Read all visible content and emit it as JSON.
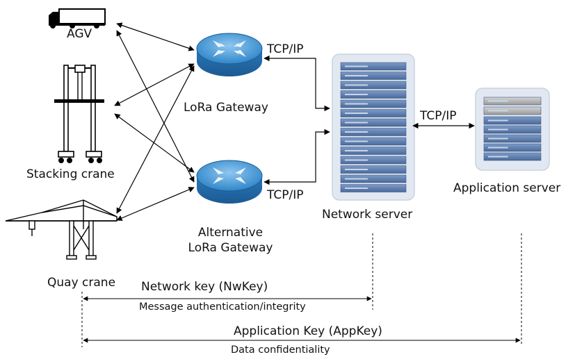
{
  "nodes": {
    "agv": "AGV",
    "stacking_crane": "Stacking crane",
    "quay_crane": "Quay crane",
    "lora_gateway": "LoRa Gateway",
    "alt_gateway_line1": "Alternative",
    "alt_gateway_line2": "LoRa Gateway",
    "network_server": "Network server",
    "application_server": "Application server"
  },
  "links": {
    "tcpip_gateway": "TCP/IP",
    "tcpip_alt_gateway": "TCP/IP",
    "tcpip_servers": "TCP/IP"
  },
  "keys": {
    "network_key": "Network key (NwKey)",
    "network_key_purpose": "Message authentication/integrity",
    "application_key": "Application Key (AppKey)",
    "application_key_purpose": "Data confidentiality"
  },
  "colors": {
    "router_blue": "#2f86c9",
    "server_blue": "#5e7fae",
    "server_bg": "#dde4ee",
    "line": "#000000"
  }
}
